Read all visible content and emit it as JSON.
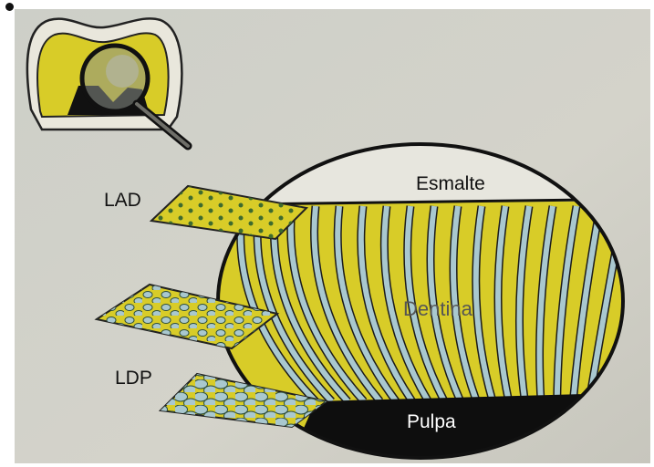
{
  "labels": {
    "enamel": "Esmalte",
    "dentin": "Dentina",
    "pulp": "Pulpa",
    "outer_dentin": "LAD",
    "inner_dentin": "LDP"
  },
  "colors": {
    "paper": "#cfd0c8",
    "yellow": "#d8cc28",
    "tubule": "#a9c8cf",
    "ink": "#111111",
    "pulp": "#0e0e0e"
  },
  "icons": {
    "corner_dot": "bullet-dot-icon",
    "tooth": "tooth-magnifier-icon"
  }
}
